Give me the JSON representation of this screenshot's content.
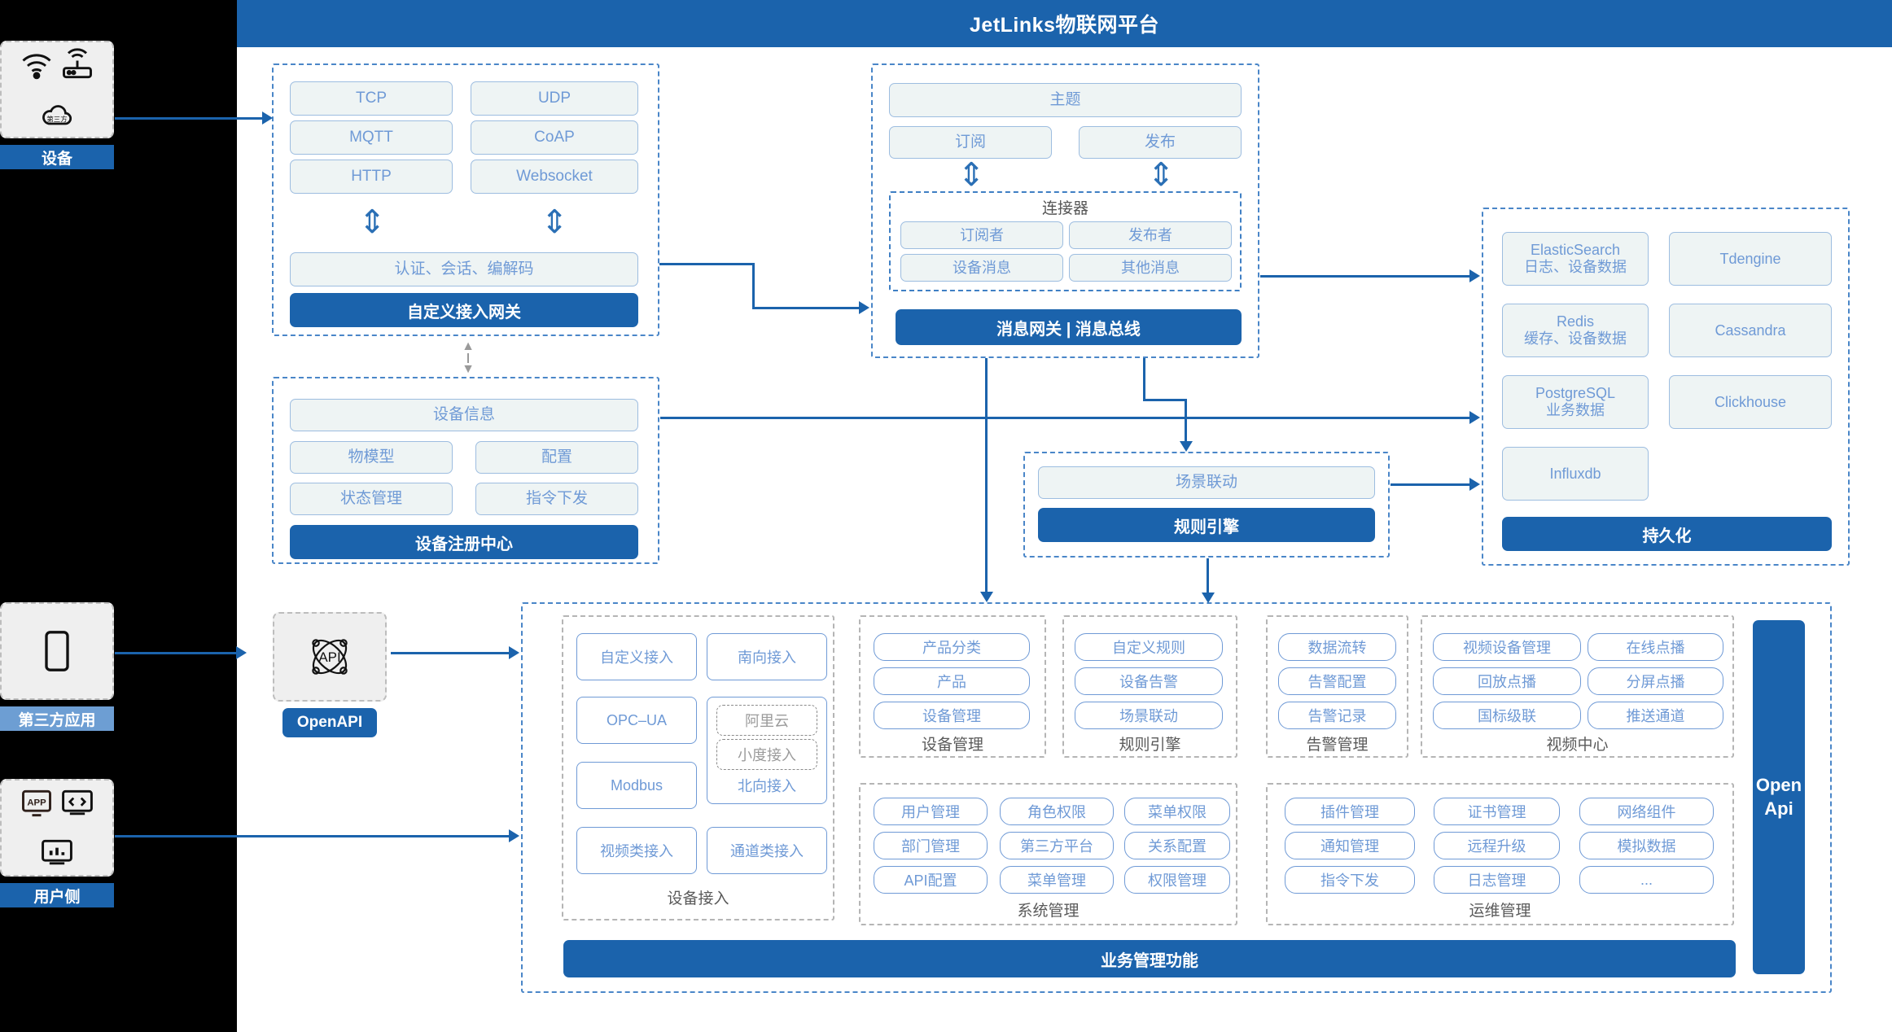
{
  "header": {
    "title": "JetLinks物联网平台",
    "brand_color": "#1b63ac"
  },
  "left_rail": [
    {
      "label": "设备",
      "icons": [
        "wifi-signal-icon",
        "router-icon",
        "third-party-cloud-icon"
      ],
      "label_style": "solid"
    },
    {
      "label": "第三方应用",
      "icons": [
        "mobile-phone-icon"
      ],
      "label_style": "light"
    },
    {
      "label": "用户侧",
      "icons": [
        "app-store-icon",
        "code-window-icon",
        "dashboard-chart-icon"
      ],
      "label_style": "solid"
    }
  ],
  "openapi_node": {
    "icon": "api-atom-icon",
    "label": "OpenAPI"
  },
  "gateway": {
    "protocols": [
      "TCP",
      "UDP",
      "MQTT",
      "CoAP",
      "HTTP",
      "Websocket"
    ],
    "middle": "认证、会话、编解码",
    "title": "自定义接入网关"
  },
  "message_bus": {
    "topic": "主题",
    "subscribe": "订阅",
    "publish": "发布",
    "connector_caption": "连接器",
    "connector_items": [
      "订阅者",
      "发布者",
      "设备消息",
      "其他消息"
    ],
    "title": "消息网关 | 消息总线"
  },
  "registry": {
    "header_item": "设备信息",
    "items": [
      "物模型",
      "配置",
      "状态管理",
      "指令下发"
    ],
    "title": "设备注册中心"
  },
  "rule_engine": {
    "item": "场景联动",
    "title": "规则引擎"
  },
  "persistence": {
    "stores": [
      {
        "name": "ElasticSearch",
        "desc": "日志、设备数据"
      },
      {
        "name": "Tdengine",
        "desc": ""
      },
      {
        "name": "Redis",
        "desc": "缓存、设备数据"
      },
      {
        "name": "Cassandra",
        "desc": ""
      },
      {
        "name": "PostgreSQL",
        "desc": "业务数据"
      },
      {
        "name": "Clickhouse",
        "desc": ""
      },
      {
        "name": "Influxdb",
        "desc": ""
      }
    ],
    "title": "持久化"
  },
  "business": {
    "footer_title": "业务管理功能",
    "openapi_side": "Open\nApi",
    "openapi_side_line1": "Open",
    "openapi_side_line2": "Api",
    "groups": [
      {
        "caption": "设备接入",
        "items": [
          "自定义接入",
          "南向接入",
          "OPC–UA",
          "阿里云",
          "小度接入",
          "北向接入",
          "Modbus",
          "视频类接入",
          "通道类接入"
        ]
      },
      {
        "caption": "设备管理",
        "items": [
          "产品分类",
          "产品",
          "设备管理"
        ]
      },
      {
        "caption": "规则引擎",
        "items": [
          "自定义规则",
          "设备告警",
          "场景联动"
        ]
      },
      {
        "caption": "告警管理",
        "items": [
          "数据流转",
          "告警配置",
          "告警记录"
        ]
      },
      {
        "caption": "视频中心",
        "items": [
          "视频设备管理",
          "在线点播",
          "回放点播",
          "分屏点播",
          "国标级联",
          "推送通道"
        ]
      },
      {
        "caption": "系统管理",
        "items": [
          "用户管理",
          "角色权限",
          "菜单权限",
          "部门管理",
          "第三方平台",
          "关系配置",
          "API配置",
          "菜单管理",
          "权限管理"
        ]
      },
      {
        "caption": "运维管理",
        "items": [
          "插件管理",
          "证书管理",
          "网络组件",
          "通知管理",
          "远程升级",
          "模拟数据",
          "指令下发",
          "日志管理",
          "..."
        ]
      }
    ],
    "device_access": {
      "left_col": [
        "自定义接入",
        "OPC–UA",
        "Modbus",
        "视频类接入"
      ],
      "right_col_top": "南向接入",
      "right_nested": [
        "阿里云",
        "小度接入"
      ],
      "right_nested_label": "北向接入",
      "right_col_bottom": "通道类接入"
    }
  }
}
